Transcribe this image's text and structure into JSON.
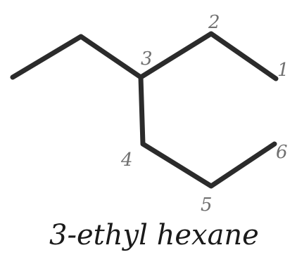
{
  "molecule": {
    "name": "3-ethyl hexane",
    "carbon_labels": [
      "1",
      "2",
      "3",
      "4",
      "5",
      "6"
    ],
    "bond_color": "#2b2b2b",
    "label_color": "#707070"
  }
}
